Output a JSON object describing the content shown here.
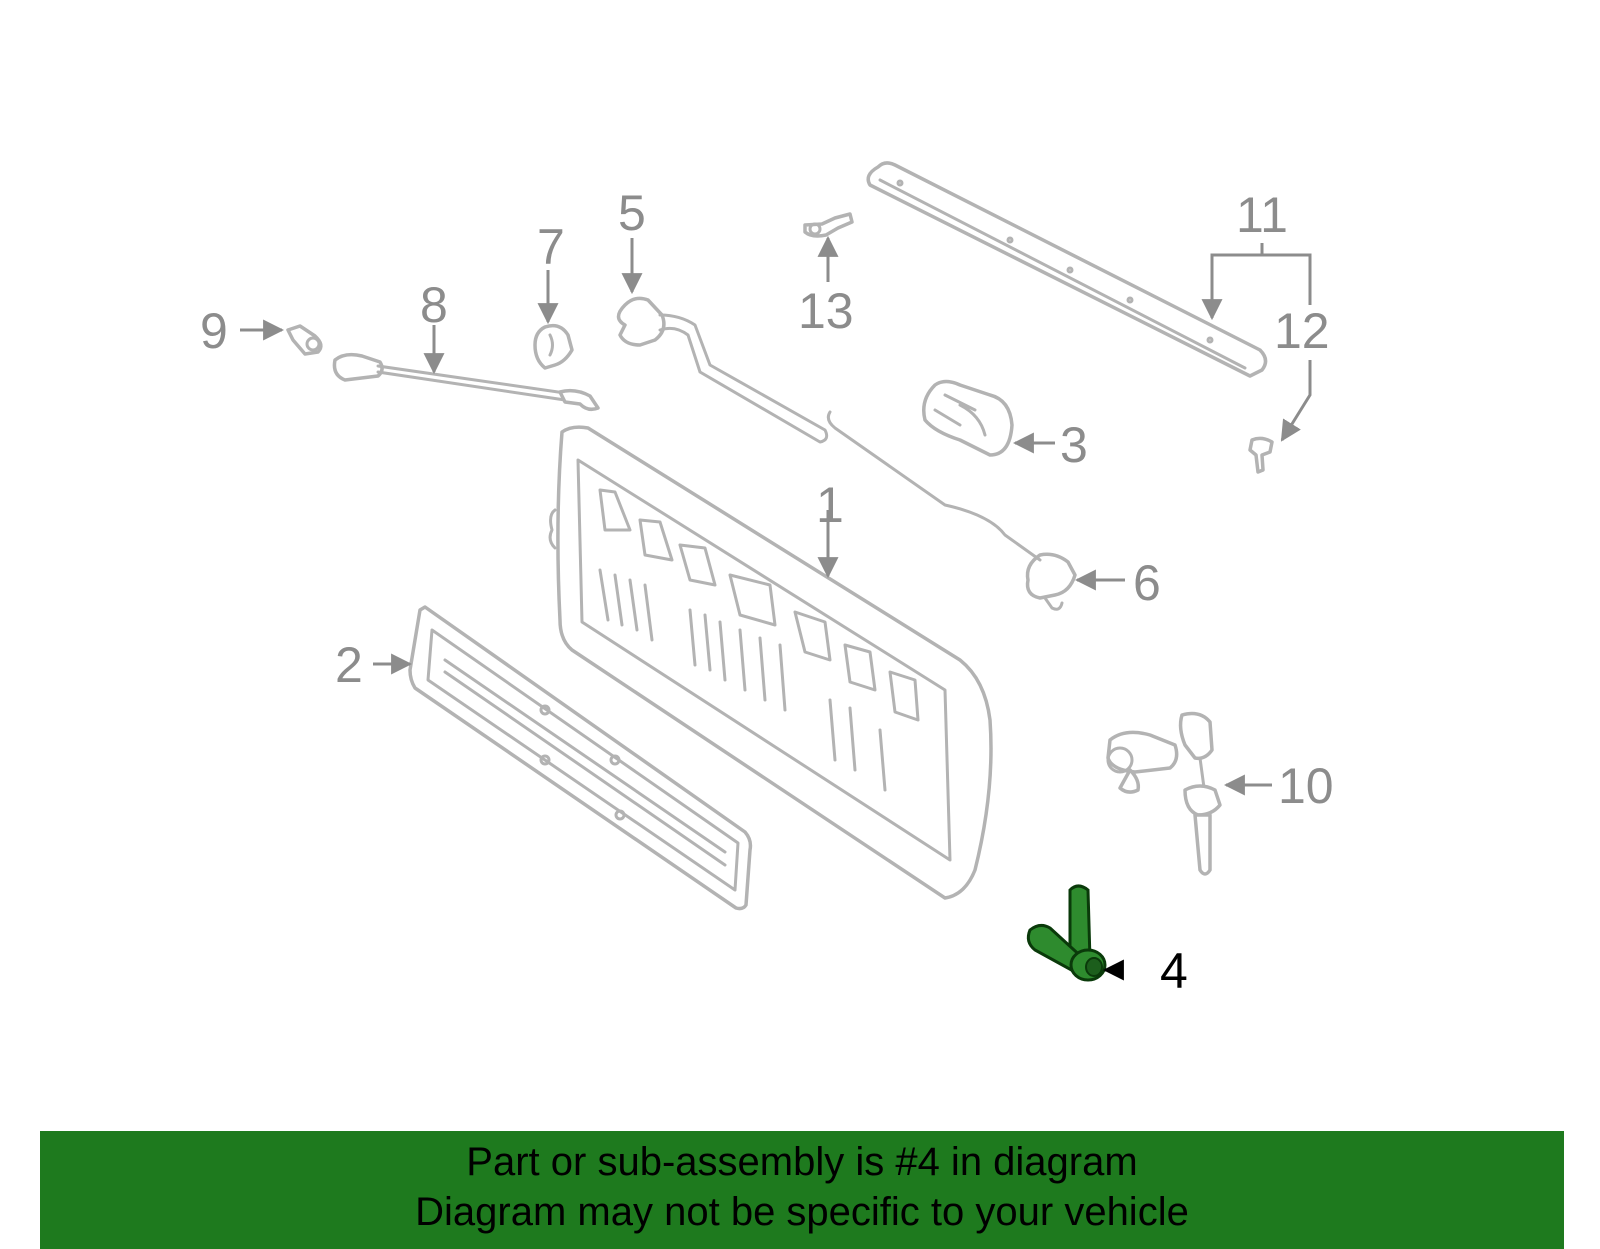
{
  "diagram": {
    "callouts": {
      "c1": "1",
      "c2": "2",
      "c3": "3",
      "c4": "4",
      "c5": "5",
      "c6": "6",
      "c7": "7",
      "c8": "8",
      "c9": "9",
      "c10": "10",
      "c11": "11",
      "c12": "12",
      "c13": "13"
    },
    "highlighted_part": "4",
    "colors": {
      "line_art": "#b3b3b3",
      "callout": "#8c8c8c",
      "highlight_fill": "#2e8b2e",
      "highlight_callout": "#000000"
    }
  },
  "banner": {
    "line1": "Part or sub-assembly is #4 in diagram",
    "line2": "Diagram may not be specific to your vehicle",
    "background": "#1e7a1e"
  }
}
